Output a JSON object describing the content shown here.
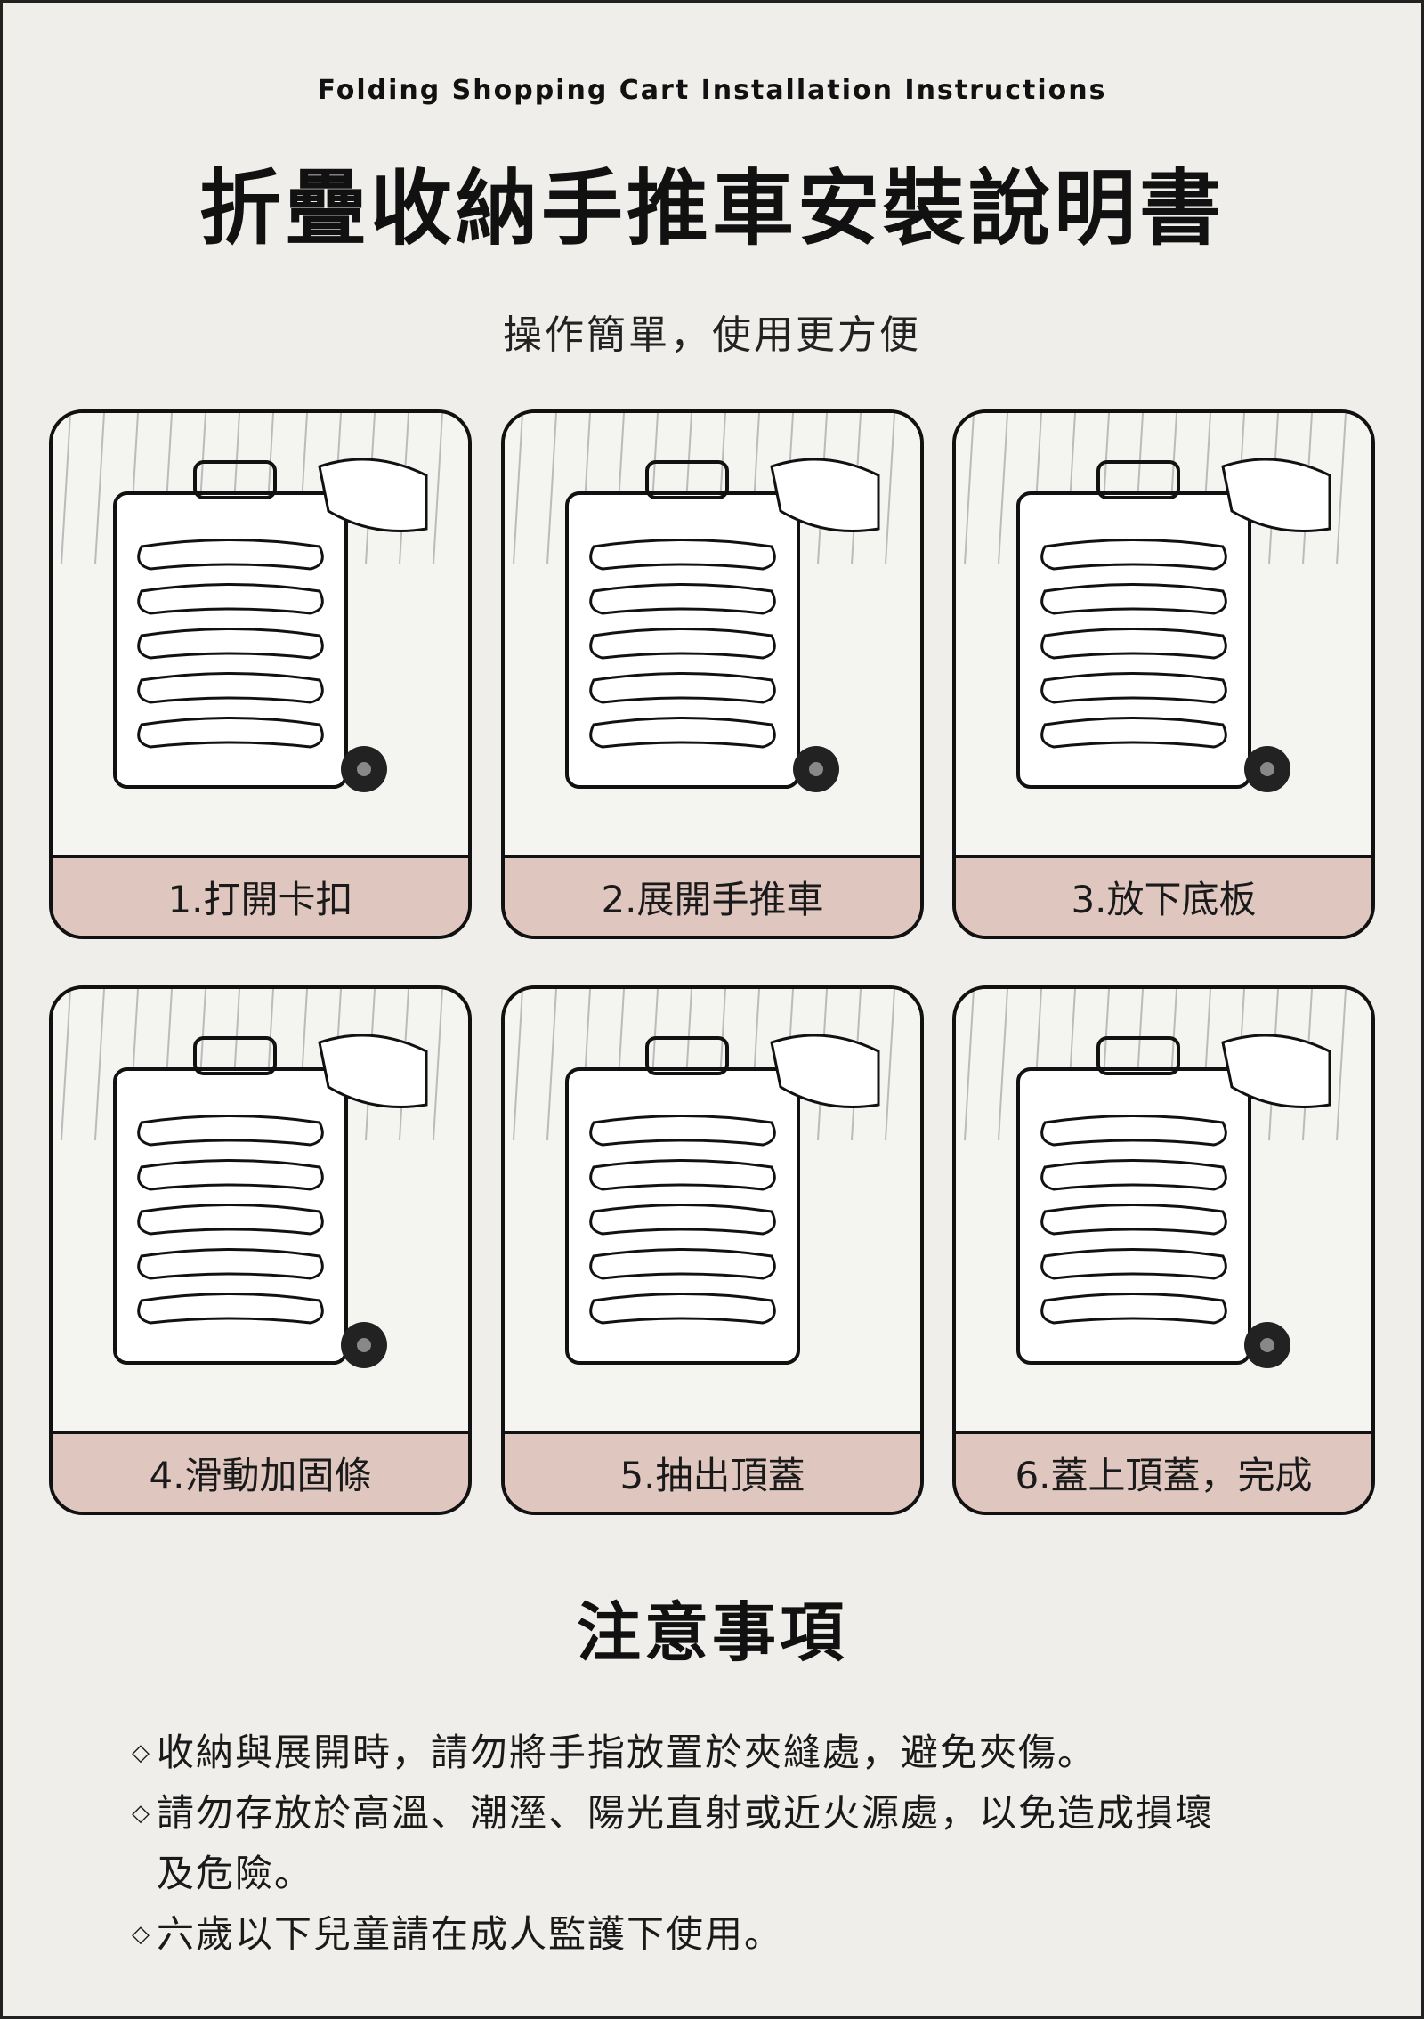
{
  "header": {
    "english_title": "Folding Shopping Cart Installation Instructions",
    "title": "折疊收納手推車安裝說明書",
    "subtitle": "操作簡單，使用更方便"
  },
  "steps": [
    {
      "label": "1.打開卡扣"
    },
    {
      "label": "2.展開手推車"
    },
    {
      "label": "3.放下底板"
    },
    {
      "label": "4.滑動加固條"
    },
    {
      "label": "5.抽出頂蓋"
    },
    {
      "label": "6.蓋上頂蓋，完成"
    }
  ],
  "notes": {
    "title": "注意事項",
    "bullet": "◇",
    "items": [
      "收納與展開時，請勿將手指放置於夾縫處，避免夾傷。",
      "請勿存放於高溫、潮溼、陽光直射或近火源處，以免造成損壞及危險。",
      "六歲以下兒童請在成人監護下使用。"
    ]
  },
  "colors": {
    "background": "#efeeea",
    "label_bg": "#dfc6bf"
  }
}
